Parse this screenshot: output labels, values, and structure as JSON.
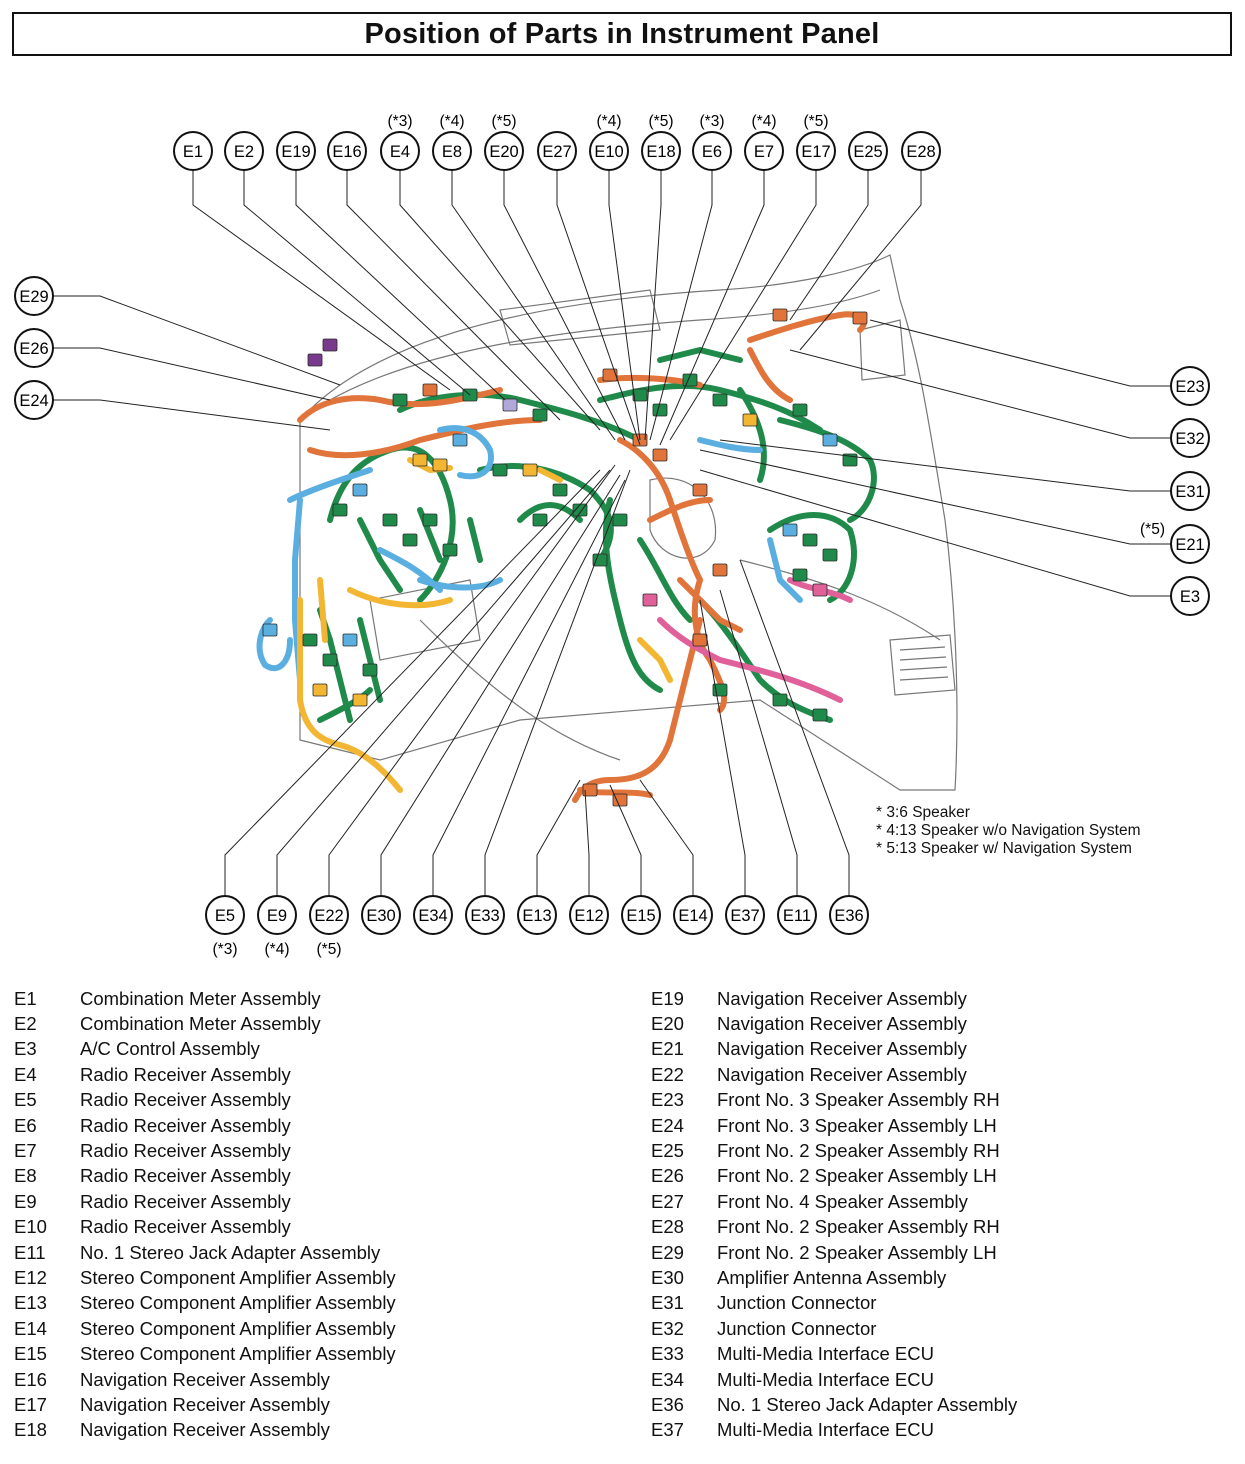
{
  "title": "Position of Parts in Instrument Panel",
  "colors": {
    "green": "#1f8a4a",
    "orange": "#e0743a",
    "blue": "#5aaee0",
    "yellow": "#f2b632",
    "pink": "#e0609a",
    "purple": "#7a3a8c",
    "lavender": "#b0a8d8",
    "outline": "#555555"
  },
  "callouts_top": [
    {
      "label": "E1",
      "note": ""
    },
    {
      "label": "E2",
      "note": ""
    },
    {
      "label": "E19",
      "note": ""
    },
    {
      "label": "E16",
      "note": ""
    },
    {
      "label": "E4",
      "note": "(*3)"
    },
    {
      "label": "E8",
      "note": "(*4)"
    },
    {
      "label": "E20",
      "note": "(*5)"
    },
    {
      "label": "E27",
      "note": ""
    },
    {
      "label": "E10",
      "note": "(*4)"
    },
    {
      "label": "E18",
      "note": "(*5)"
    },
    {
      "label": "E6",
      "note": "(*3)"
    },
    {
      "label": "E7",
      "note": "(*4)"
    },
    {
      "label": "E17",
      "note": "(*5)"
    },
    {
      "label": "E25",
      "note": ""
    },
    {
      "label": "E28",
      "note": ""
    }
  ],
  "callouts_left": [
    {
      "label": "E29"
    },
    {
      "label": "E26"
    },
    {
      "label": "E24"
    }
  ],
  "callouts_right": [
    {
      "label": "E23",
      "note": ""
    },
    {
      "label": "E32",
      "note": ""
    },
    {
      "label": "E31",
      "note": ""
    },
    {
      "label": "E21",
      "note": "(*5)"
    },
    {
      "label": "E3",
      "note": ""
    }
  ],
  "callouts_bottom": [
    {
      "label": "E5",
      "note": "(*3)"
    },
    {
      "label": "E9",
      "note": "(*4)"
    },
    {
      "label": "E22",
      "note": "(*5)"
    },
    {
      "label": "E30",
      "note": ""
    },
    {
      "label": "E34",
      "note": ""
    },
    {
      "label": "E33",
      "note": ""
    },
    {
      "label": "E13",
      "note": ""
    },
    {
      "label": "E12",
      "note": ""
    },
    {
      "label": "E15",
      "note": ""
    },
    {
      "label": "E14",
      "note": ""
    },
    {
      "label": "E37",
      "note": ""
    },
    {
      "label": "E11",
      "note": ""
    },
    {
      "label": "E36",
      "note": ""
    }
  ],
  "notes": [
    "* 3:6 Speaker",
    "* 4:13 Speaker w/o Navigation System",
    "* 5:13 Speaker w/ Navigation System"
  ],
  "legend_left": [
    {
      "code": "E1",
      "name": "Combination Meter Assembly"
    },
    {
      "code": "E2",
      "name": "Combination Meter Assembly"
    },
    {
      "code": "E3",
      "name": "A/C Control Assembly"
    },
    {
      "code": "E4",
      "name": "Radio Receiver Assembly"
    },
    {
      "code": "E5",
      "name": "Radio Receiver Assembly"
    },
    {
      "code": "E6",
      "name": "Radio Receiver Assembly"
    },
    {
      "code": "E7",
      "name": "Radio Receiver Assembly"
    },
    {
      "code": "E8",
      "name": "Radio Receiver Assembly"
    },
    {
      "code": "E9",
      "name": "Radio Receiver Assembly"
    },
    {
      "code": "E10",
      "name": "Radio Receiver Assembly"
    },
    {
      "code": "E11",
      "name": "No. 1 Stereo Jack Adapter Assembly"
    },
    {
      "code": "E12",
      "name": "Stereo Component Amplifier Assembly"
    },
    {
      "code": "E13",
      "name": "Stereo Component Amplifier Assembly"
    },
    {
      "code": "E14",
      "name": "Stereo Component Amplifier Assembly"
    },
    {
      "code": "E15",
      "name": "Stereo Component Amplifier Assembly"
    },
    {
      "code": "E16",
      "name": "Navigation Receiver Assembly"
    },
    {
      "code": "E17",
      "name": "Navigation Receiver Assembly"
    },
    {
      "code": "E18",
      "name": "Navigation Receiver Assembly"
    }
  ],
  "legend_right": [
    {
      "code": "E19",
      "name": "Navigation Receiver Assembly"
    },
    {
      "code": "E20",
      "name": "Navigation Receiver Assembly"
    },
    {
      "code": "E21",
      "name": "Navigation Receiver Assembly"
    },
    {
      "code": "E22",
      "name": "Navigation Receiver Assembly"
    },
    {
      "code": "E23",
      "name": "Front No. 3 Speaker Assembly RH"
    },
    {
      "code": "E24",
      "name": "Front No. 3 Speaker Assembly LH"
    },
    {
      "code": "E25",
      "name": "Front No. 2 Speaker Assembly RH"
    },
    {
      "code": "E26",
      "name": "Front No. 2 Speaker Assembly LH"
    },
    {
      "code": "E27",
      "name": "Front No. 4 Speaker Assembly"
    },
    {
      "code": "E28",
      "name": "Front No. 2 Speaker Assembly RH"
    },
    {
      "code": "E29",
      "name": "Front No. 2 Speaker Assembly LH"
    },
    {
      "code": "E30",
      "name": "Amplifier Antenna Assembly"
    },
    {
      "code": "E31",
      "name": "Junction Connector"
    },
    {
      "code": "E32",
      "name": "Junction Connector"
    },
    {
      "code": "E33",
      "name": "Multi-Media Interface ECU"
    },
    {
      "code": "E34",
      "name": "Multi-Media Interface ECU"
    },
    {
      "code": "E36",
      "name": "No. 1 Stereo Jack Adapter Assembly"
    },
    {
      "code": "E37",
      "name": "Multi-Media Interface ECU"
    }
  ]
}
